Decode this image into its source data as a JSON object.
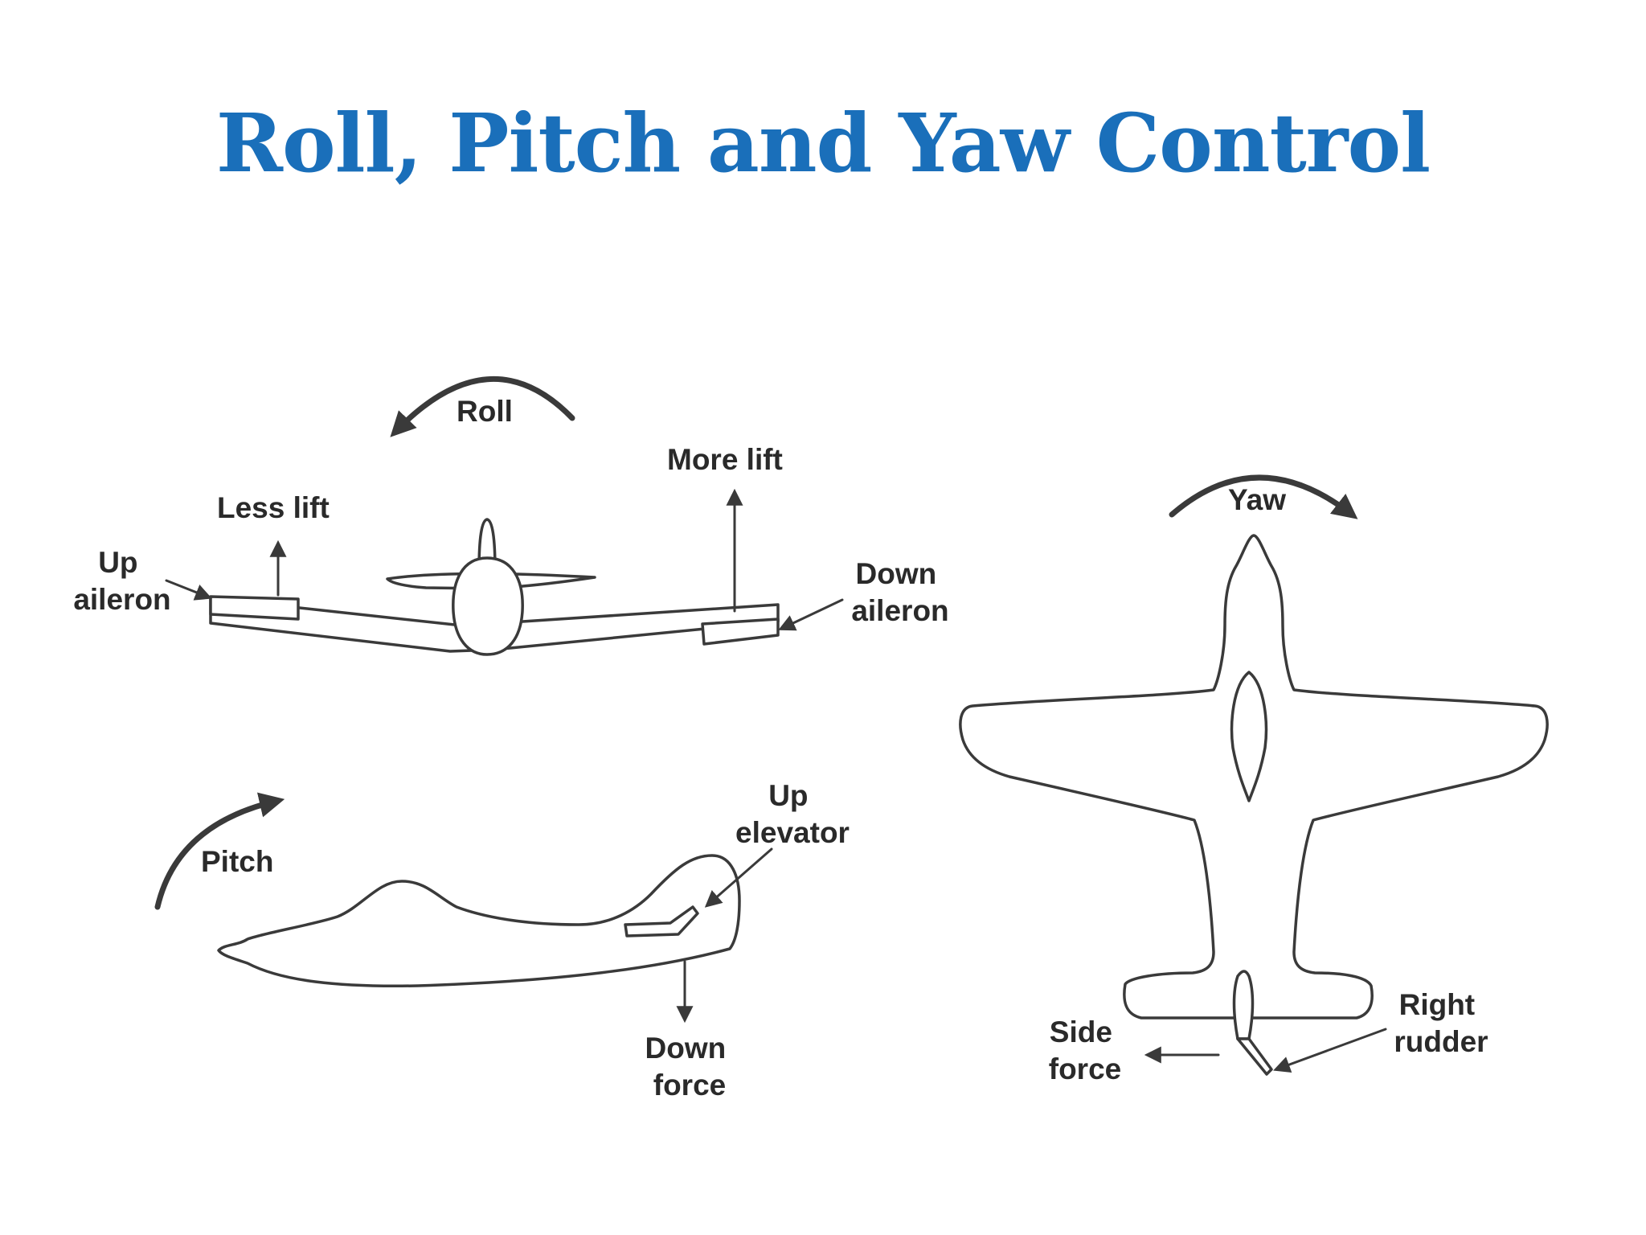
{
  "slide": {
    "title": "Roll, Pitch and Yaw Control",
    "title_color": "#1a6fba",
    "background": "#ffffff"
  },
  "diagram": {
    "roll": {
      "motion_label": "Roll",
      "less_lift": "Less lift",
      "more_lift": "More lift",
      "up_aileron": [
        "Up",
        "aileron"
      ],
      "down_aileron": [
        "Down",
        "aileron"
      ]
    },
    "pitch": {
      "motion_label": "Pitch",
      "up_elevator": [
        "Up",
        "elevator"
      ],
      "down_force": [
        "Down",
        "force"
      ]
    },
    "yaw": {
      "motion_label": "Yaw",
      "side_force": [
        "Side",
        "force"
      ],
      "right_rudder": [
        "Right",
        "rudder"
      ]
    }
  }
}
